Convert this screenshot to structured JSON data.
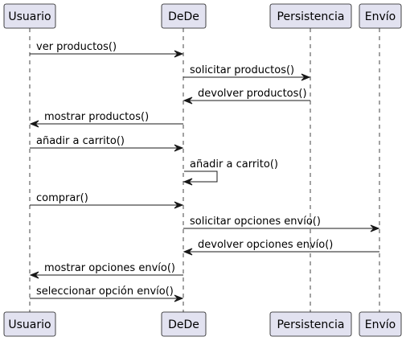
{
  "participants": [
    {
      "id": "usuario",
      "label": "Usuario"
    },
    {
      "id": "dede",
      "label": "DeDe"
    },
    {
      "id": "persistencia",
      "label": "Persistencia"
    },
    {
      "id": "envio",
      "label": "Envío"
    }
  ],
  "messages": [
    {
      "from": "usuario",
      "to": "dede",
      "label": "ver productos()"
    },
    {
      "from": "dede",
      "to": "persistencia",
      "label": "solicitar productos()"
    },
    {
      "from": "persistencia",
      "to": "dede",
      "label": "devolver productos()"
    },
    {
      "from": "dede",
      "to": "usuario",
      "label": "mostrar productos()"
    },
    {
      "from": "usuario",
      "to": "dede",
      "label": "añadir a carrito()"
    },
    {
      "from": "dede",
      "to": "dede",
      "label": "añadir a carrito()"
    },
    {
      "from": "usuario",
      "to": "dede",
      "label": "comprar()"
    },
    {
      "from": "dede",
      "to": "envio",
      "label": "solicitar opciones envío()"
    },
    {
      "from": "envio",
      "to": "dede",
      "label": "devolver opciones envío()"
    },
    {
      "from": "dede",
      "to": "usuario",
      "label": "mostrar opciones envío()"
    },
    {
      "from": "usuario",
      "to": "dede",
      "label": "seleccionar opción envío()"
    }
  ]
}
